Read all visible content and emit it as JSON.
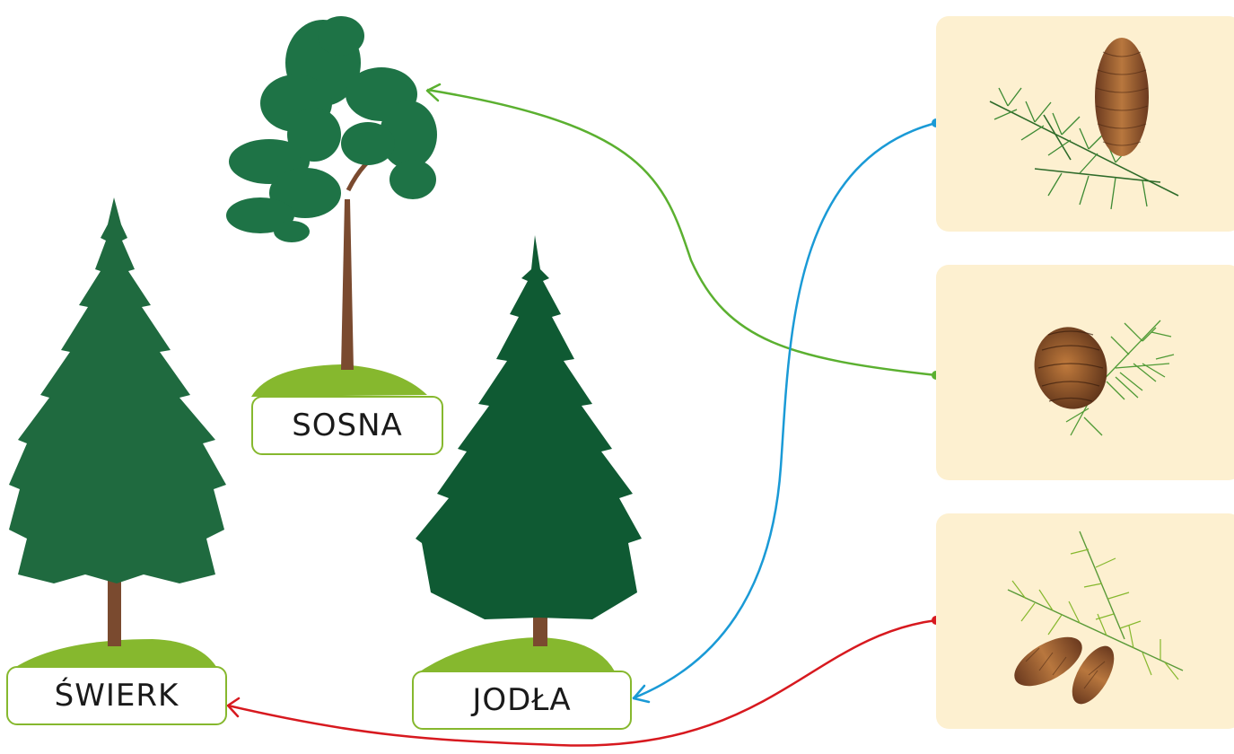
{
  "trees": [
    {
      "id": "sosna",
      "label": "SOSNA"
    },
    {
      "id": "swierk",
      "label": "ŚWIERK"
    },
    {
      "id": "jodla",
      "label": "JODŁA"
    }
  ],
  "cones": [
    {
      "id": "card-1",
      "icon": "upright-fir-cone-icon"
    },
    {
      "id": "card-2",
      "icon": "round-pine-cone-icon"
    },
    {
      "id": "card-3",
      "icon": "hanging-spruce-cones-icon"
    }
  ],
  "connections": [
    {
      "from": "card-1",
      "to": "jodla",
      "color": "#1a9ad6"
    },
    {
      "from": "card-2",
      "to": "sosna",
      "color": "#5bb030"
    },
    {
      "from": "card-3",
      "to": "swierk",
      "color": "#d7191f"
    }
  ],
  "colors": {
    "grass": "#86b82e",
    "trunk": "#7a4a2f",
    "spruce": "#1f6a3f",
    "pine": "#1e7346",
    "fir": "#0f5a33",
    "card": "#fdf0d0",
    "label_border": "#86b82e"
  }
}
